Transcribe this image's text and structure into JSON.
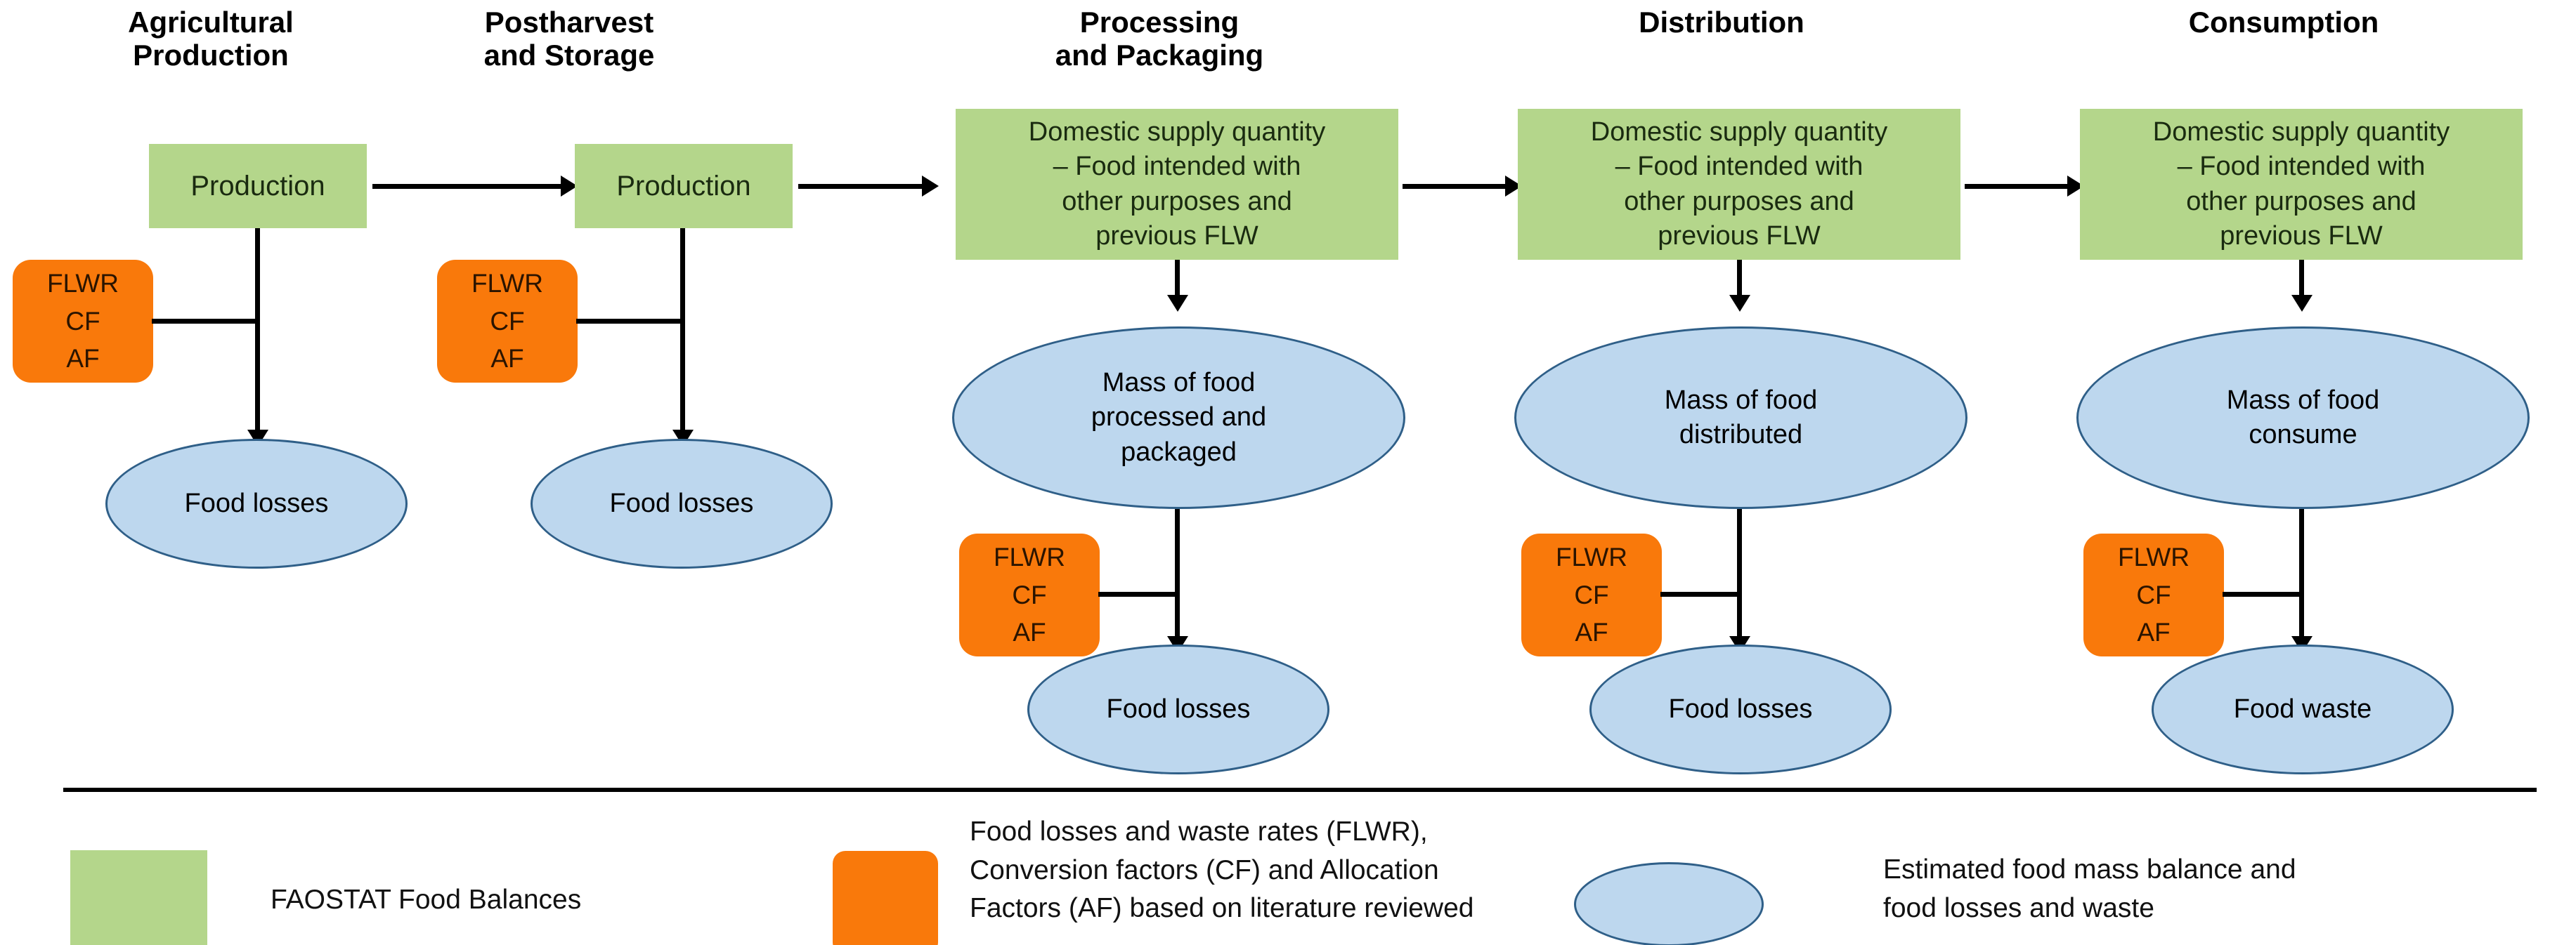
{
  "palette": {
    "green": "#b4d68b",
    "orange": "#f9790b",
    "blue_fill": "#bdd7ee",
    "blue_stroke": "#2f5f88",
    "line": "#000000",
    "background": "#ffffff"
  },
  "columns": [
    {
      "header": "Agricultural\nProduction",
      "green_box": "Production",
      "factors_box": {
        "line1": "FLWR",
        "line2": "CF",
        "line3": "AF"
      },
      "outcome_ellipse": "Food losses"
    },
    {
      "header": "Postharvest\nand Storage",
      "green_box": "Production",
      "factors_box": {
        "line1": "FLWR",
        "line2": "CF",
        "line3": "AF"
      },
      "outcome_ellipse": "Food losses"
    },
    {
      "header": "Processing\nand Packaging",
      "green_box": "Domestic supply quantity\n– Food intended with\nother purposes and\nprevious FLW",
      "mass_ellipse": "Mass of food\nprocessed and\npackaged",
      "factors_box": {
        "line1": "FLWR",
        "line2": "CF",
        "line3": "AF"
      },
      "outcome_ellipse": "Food losses"
    },
    {
      "header": "Distribution",
      "green_box": "Domestic supply quantity\n– Food intended with\nother purposes and\nprevious FLW",
      "mass_ellipse": "Mass of food\ndistributed",
      "factors_box": {
        "line1": "FLWR",
        "line2": "CF",
        "line3": "AF"
      },
      "outcome_ellipse": "Food losses"
    },
    {
      "header": "Consumption",
      "green_box": "Domestic supply quantity\n– Food intended with\nother purposes and\nprevious FLW",
      "mass_ellipse": "Mass of food\nconsume",
      "factors_box": {
        "line1": "FLWR",
        "line2": "CF",
        "line3": "AF"
      },
      "outcome_ellipse": "Food waste"
    }
  ],
  "legend": {
    "items": [
      {
        "shape": "green-square",
        "label": "FAOSTAT Food Balances"
      },
      {
        "shape": "orange-rounded-square",
        "label": "Food losses and waste rates (FLWR),\nConversion factors (CF) and Allocation\nFactors (AF) based on literature reviewed"
      },
      {
        "shape": "blue-ellipse",
        "label": "Estimated food mass balance and\nfood losses and waste"
      }
    ]
  }
}
